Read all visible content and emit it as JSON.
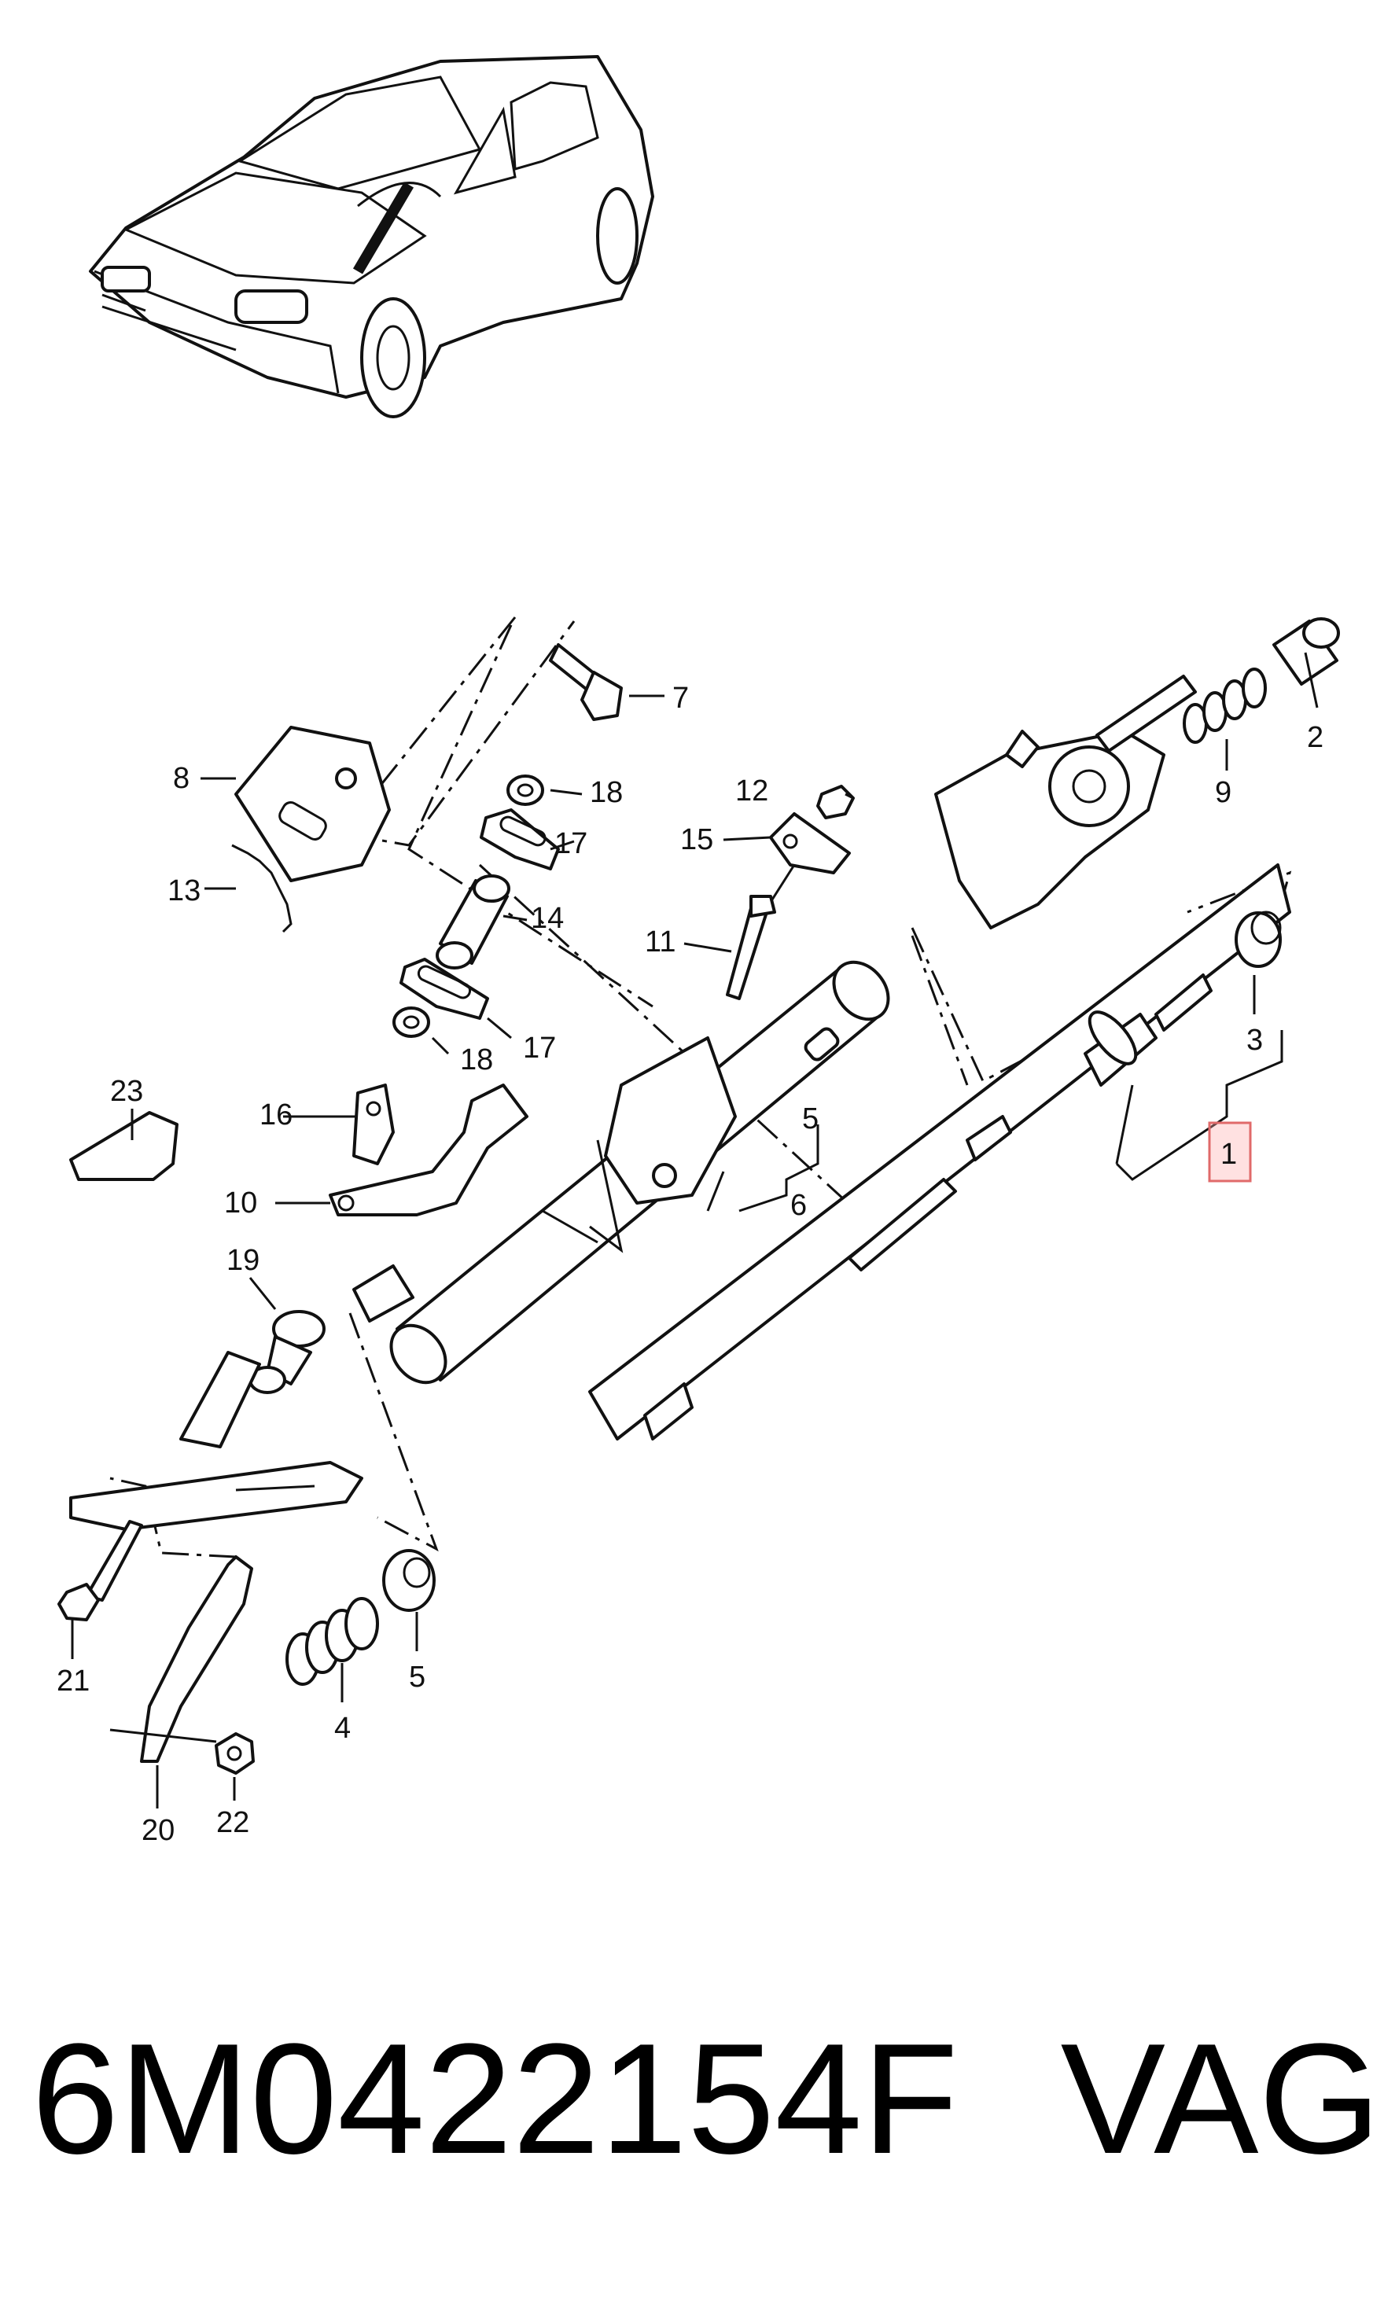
{
  "callouts": {
    "c1": "1",
    "c2": "2",
    "c3": "3",
    "c4": "4",
    "c5a": "5",
    "c5b": "5",
    "c6": "6",
    "c7": "7",
    "c8": "8",
    "c9": "9",
    "c10": "10",
    "c11": "11",
    "c12": "12",
    "c13": "13",
    "c14": "14",
    "c15": "15",
    "c16": "16",
    "c17a": "17",
    "c17b": "17",
    "c18a": "18",
    "c18b": "18",
    "c19": "19",
    "c20": "20",
    "c21": "21",
    "c22": "22",
    "c23": "23"
  },
  "footer": {
    "part_number": "6M0422154F",
    "brand": "VAG"
  },
  "colors": {
    "line": "#111111",
    "highlight": "#e06a6a",
    "background": "#ffffff"
  },
  "icons": {
    "vehicle": "car-illustration-icon"
  }
}
